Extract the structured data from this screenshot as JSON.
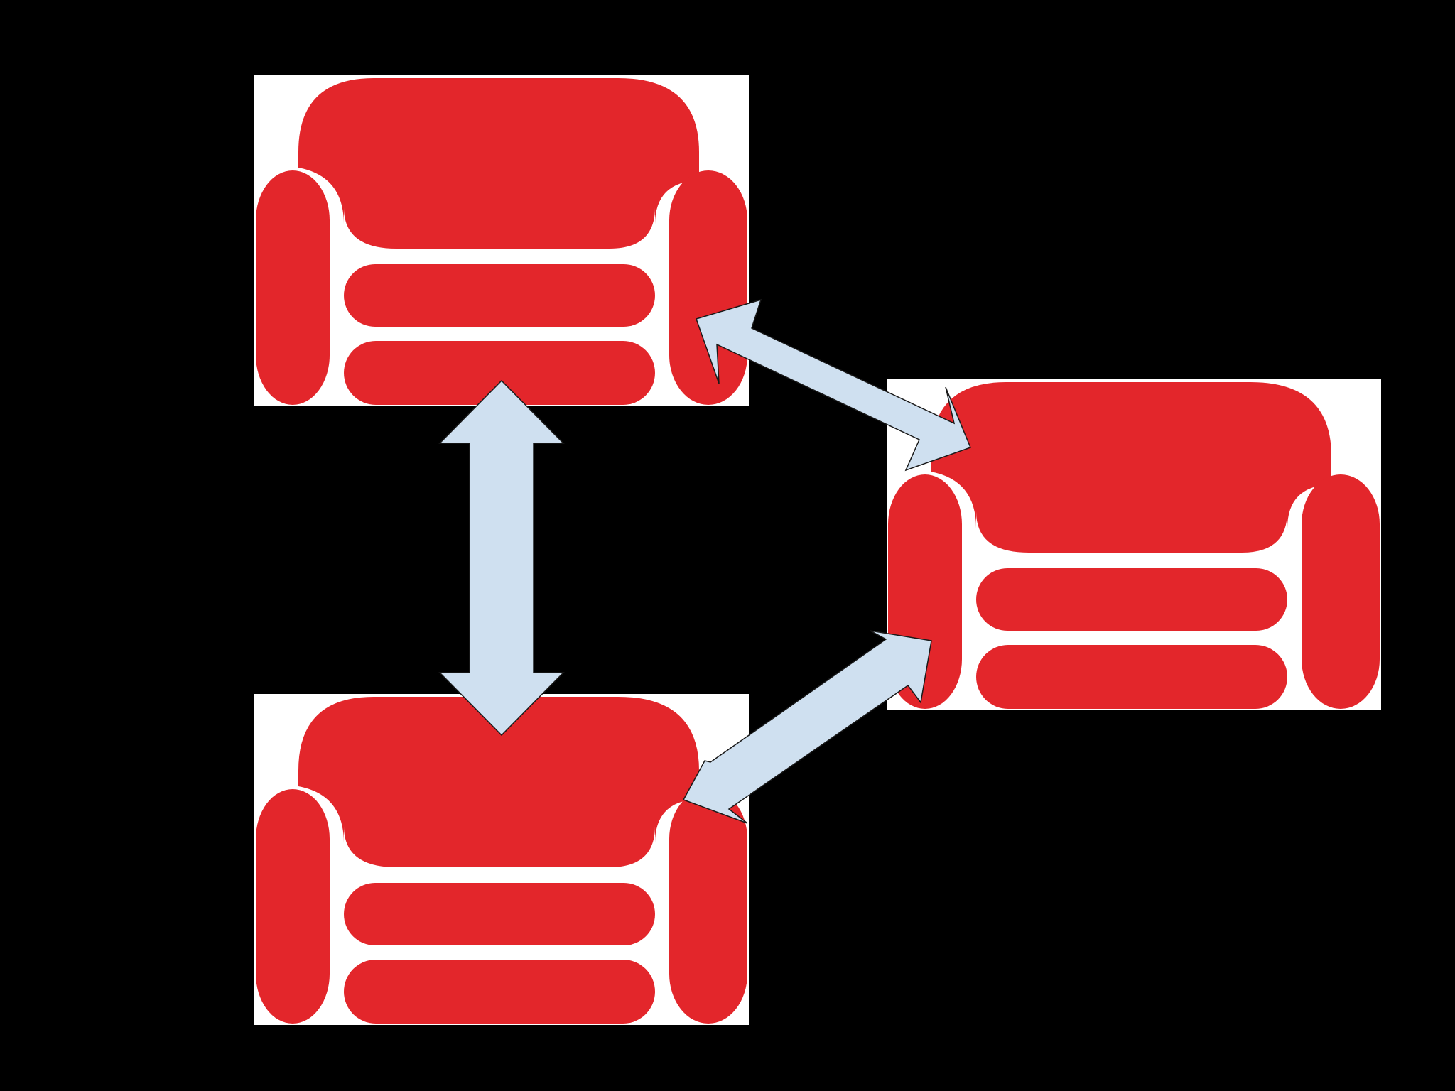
{
  "diagram": {
    "background_color": "#000000",
    "node_fill": "#ffffff",
    "couch_color": "#e3262b",
    "arrow_fill": "#cfe0f0",
    "arrow_stroke": "#1a1a1a",
    "nodes": [
      {
        "id": "top-left",
        "icon": "couch-icon"
      },
      {
        "id": "bottom-left",
        "icon": "couch-icon"
      },
      {
        "id": "right",
        "icon": "couch-icon"
      }
    ],
    "connections": [
      {
        "from": "top-left",
        "to": "bottom-left",
        "direction": "bidirectional"
      },
      {
        "from": "top-left",
        "to": "right",
        "direction": "bidirectional"
      },
      {
        "from": "bottom-left",
        "to": "right",
        "direction": "bidirectional"
      }
    ]
  }
}
